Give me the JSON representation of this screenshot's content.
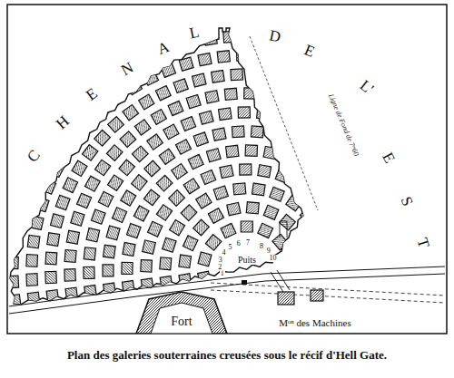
{
  "diagram": {
    "caption": "Plan des galeries souterraines creusées sous le récif d'Hell Gate.",
    "nodes": [
      {
        "text": [
          "Fort"
        ]
      },
      {
        "text": [
          "Mᵒⁿ des Machines"
        ]
      }
    ],
    "labels": [
      "C",
      "H",
      "E",
      "N",
      "A",
      "L",
      "D",
      "E",
      "L'",
      "E",
      "S",
      "T",
      "Ligne de Fond de 7ᵐ60",
      "Puits",
      "1",
      "2",
      "3",
      "4",
      "5",
      "6",
      "7",
      "8",
      "9",
      "10"
    ]
  }
}
